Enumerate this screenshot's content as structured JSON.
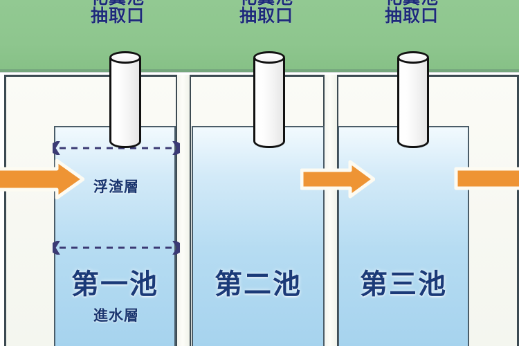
{
  "diagram": {
    "title_visible": false,
    "colors": {
      "grass_green": "#8ec68e",
      "tank_outline": "#3c4a52",
      "water_blue": "#a6d3ee",
      "water_blue_light": "#f2fafe",
      "flow_arrow_orange": "#f0962e",
      "measure_arrow_navy": "#3b3a74",
      "label_navy": "#1b3a78",
      "pipe_white": "#ffffff",
      "pipe_outline": "#111111"
    }
  },
  "top_labels": [
    {
      "line1": "化糞池",
      "line2": "抽取口"
    },
    {
      "line1": "化糞池",
      "line2": "抽取口"
    },
    {
      "line1": "化糞池",
      "line2": "抽取口"
    }
  ],
  "pipes": [
    {
      "name": "access-pipe-1"
    },
    {
      "name": "access-pipe-2"
    },
    {
      "name": "access-pipe-3"
    }
  ],
  "chambers": [
    {
      "id": "chamber-1",
      "label": "第一池",
      "sub_label": "進水層",
      "scum_label": "浮渣層"
    },
    {
      "id": "chamber-2",
      "label": "第二池",
      "sub_label": "",
      "scum_label": ""
    },
    {
      "id": "chamber-3",
      "label": "第三池",
      "sub_label": "",
      "scum_label": ""
    }
  ],
  "flow_arrows": [
    {
      "name": "inflow-arrow-left",
      "direction": "right"
    },
    {
      "name": "flow-arrow-middle",
      "direction": "right"
    },
    {
      "name": "outflow-arrow-right",
      "direction": "right"
    }
  ],
  "measure_arrows": [
    {
      "name": "scum-layer-span-arrow",
      "style": "dashed-double-headed"
    },
    {
      "name": "inflow-layer-span-arrow",
      "style": "dashed-double-headed"
    }
  ]
}
